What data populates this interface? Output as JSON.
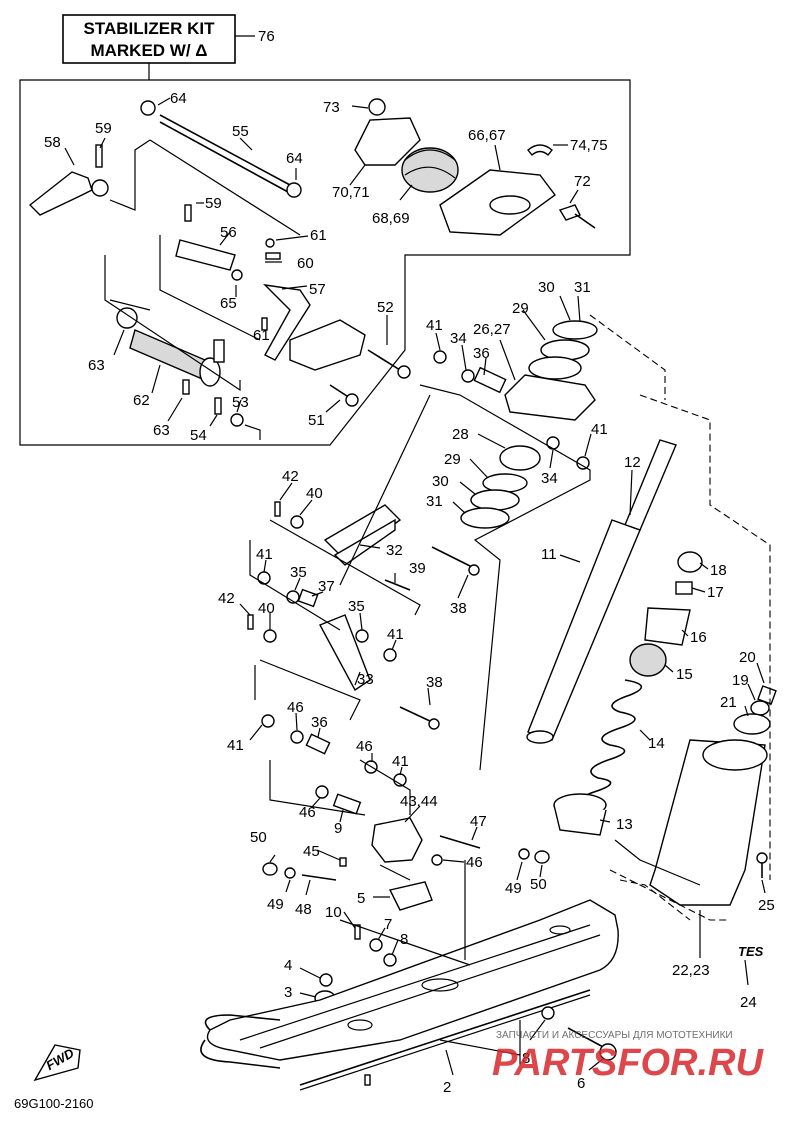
{
  "kit_box": {
    "line1": "STABILIZER KIT",
    "line2": "MARKED W/ Δ",
    "ref": "76"
  },
  "part_labels": {
    "p64a": "64",
    "p59a": "59",
    "p58": "58",
    "p55": "55",
    "p64b": "64",
    "p73": "73",
    "p6667": "66,67",
    "p7475": "74,75",
    "p7071": "70,71",
    "p72": "72",
    "p6869": "68,69",
    "p59b": "59",
    "p56": "56",
    "p61a": "61",
    "p60": "60",
    "p65": "65",
    "p57": "57",
    "p61b": "61",
    "p52": "52",
    "p63a": "63",
    "p62": "62",
    "p63b": "63",
    "p54": "54",
    "p53": "53",
    "p51": "51",
    "p30a": "30",
    "p31a": "31",
    "p29a": "29",
    "p2627": "26,27",
    "p41a": "41",
    "p34a": "34",
    "p36a": "36",
    "p41b": "41",
    "p28": "28",
    "p29b": "29",
    "p34b": "34",
    "p30b": "30",
    "p31b": "31",
    "p12": "12",
    "p11": "11",
    "p42a": "42",
    "p40a": "40",
    "p32": "32",
    "p39": "39",
    "p38a": "38",
    "p41c": "41",
    "p35a": "35",
    "p37": "37",
    "p18": "18",
    "p17": "17",
    "p42b": "42",
    "p40b": "40",
    "p35b": "35",
    "p41d": "41",
    "p16": "16",
    "p33": "33",
    "p15": "15",
    "p20": "20",
    "p38b": "38",
    "p19": "19",
    "p21": "21",
    "p46a": "46",
    "p36b": "36",
    "p41e": "41",
    "p14": "14",
    "p46b": "46",
    "p41f": "41",
    "p4344": "43,44",
    "p46c": "46",
    "p9": "9",
    "p13": "13",
    "p47": "47",
    "p50a": "50",
    "p45": "45",
    "p46d": "46",
    "p49a": "49",
    "p50b": "50",
    "p5": "5",
    "p25": "25",
    "p49b": "49",
    "p48": "48",
    "p10": "10",
    "p7": "7",
    "p8a": "8",
    "p2223": "22,23",
    "p4": "4",
    "p24": "24",
    "p3": "3",
    "p8b": "8",
    "p6": "6",
    "p2": "2"
  },
  "emblem_text": "TES",
  "fwd_text": "FWD",
  "diagram_code": "69G100-2160",
  "watermark": {
    "caption": "ЗАПЧАСТИ И АКСЕССУАРЫ ДЛЯ МОТОТЕХНИКИ",
    "logo": "PARTSFOR.RU"
  }
}
